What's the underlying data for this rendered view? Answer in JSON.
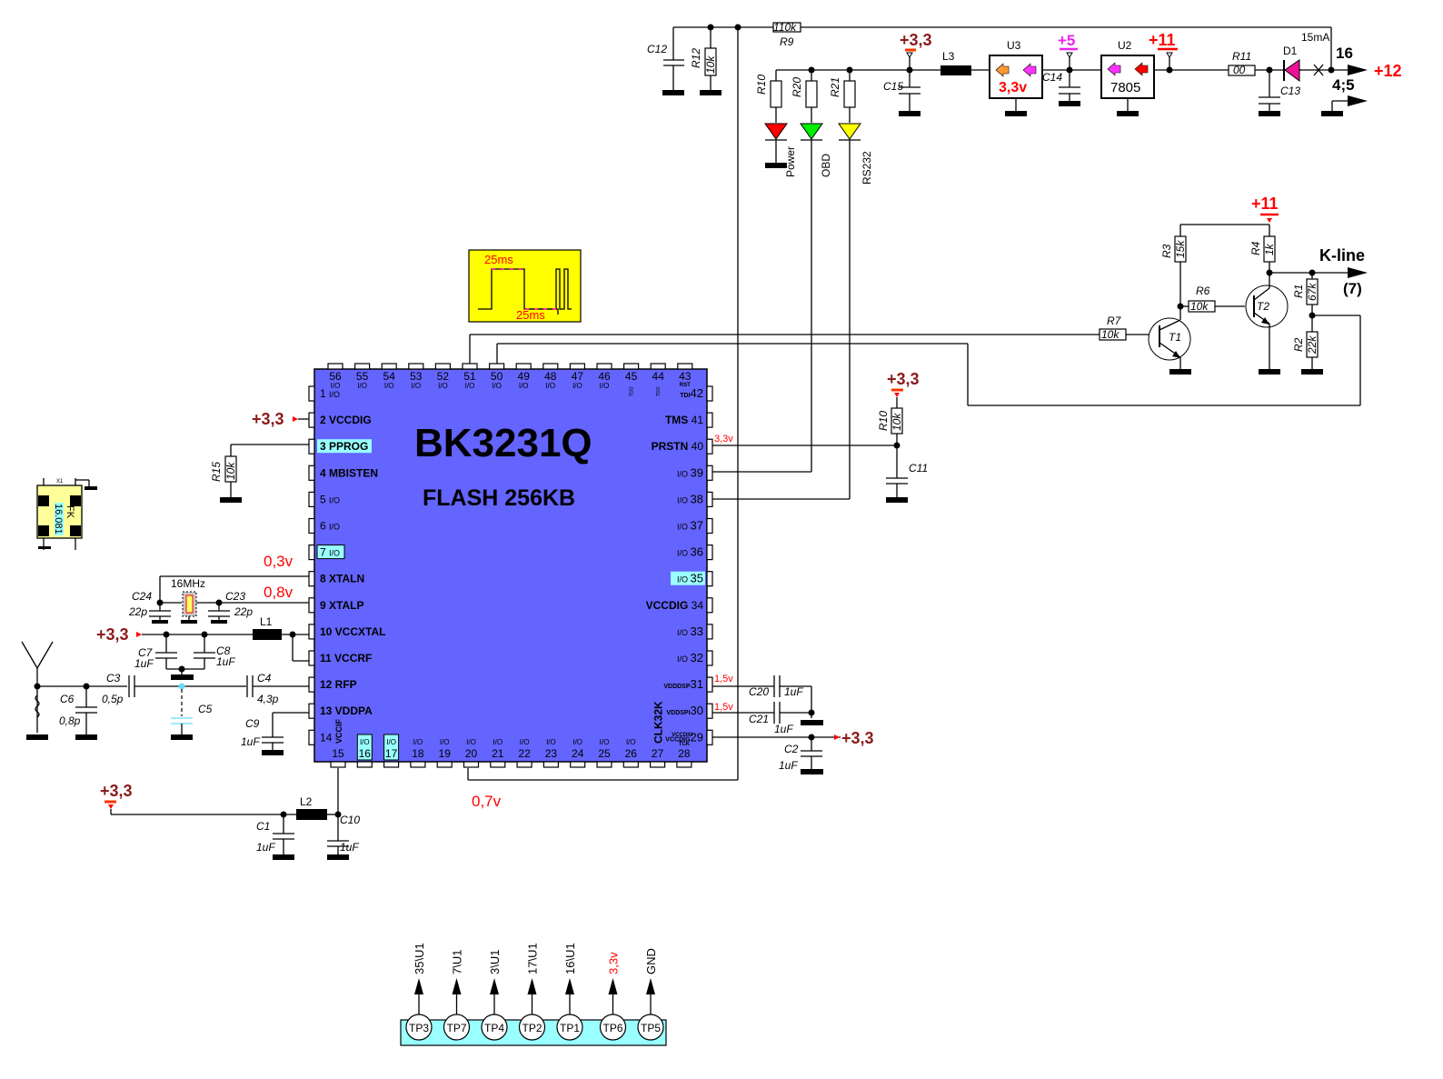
{
  "chip": {
    "name": "BK3231Q",
    "subtitle": "FLASH 256KB",
    "fill_color": "#6464ff",
    "highlight_color": "#99ffff",
    "left_pins": [
      {
        "num": "1",
        "label": "I/O"
      },
      {
        "num": "2",
        "label": "VCCDIG"
      },
      {
        "num": "3",
        "label": "PPROG",
        "highlight": true
      },
      {
        "num": "4",
        "label": "MBISTEN"
      },
      {
        "num": "5",
        "label": "I/O"
      },
      {
        "num": "6",
        "label": "I/O"
      },
      {
        "num": "7",
        "label": "I/O",
        "highlight": true
      },
      {
        "num": "8",
        "label": "XTALN"
      },
      {
        "num": "9",
        "label": "XTALP"
      },
      {
        "num": "10",
        "label": "VCCXTAL"
      },
      {
        "num": "11",
        "label": "VCCRF"
      },
      {
        "num": "12",
        "label": "RFP"
      },
      {
        "num": "13",
        "label": "VDDPA"
      },
      {
        "num": "14",
        "label": ""
      }
    ],
    "right_pins": [
      {
        "num": "42",
        "label": "TDI"
      },
      {
        "num": "41",
        "label": "TMS"
      },
      {
        "num": "40",
        "label": "PRSTN"
      },
      {
        "num": "39",
        "label": "I/O"
      },
      {
        "num": "38",
        "label": "I/O"
      },
      {
        "num": "37",
        "label": "I/O"
      },
      {
        "num": "36",
        "label": "I/O"
      },
      {
        "num": "35",
        "label": "I/O",
        "highlight": true
      },
      {
        "num": "34",
        "label": "VCCDIG"
      },
      {
        "num": "33",
        "label": "I/O"
      },
      {
        "num": "32",
        "label": "I/O"
      },
      {
        "num": "31",
        "label": "VDDDSP"
      },
      {
        "num": "30",
        "label": "VDDSPI"
      },
      {
        "num": "29",
        "label": "VCCDIG"
      }
    ],
    "top_pins": [
      {
        "num": "56",
        "label": "I/O"
      },
      {
        "num": "55",
        "label": "I/O"
      },
      {
        "num": "54",
        "label": "I/O"
      },
      {
        "num": "53",
        "label": "I/O"
      },
      {
        "num": "52",
        "label": "I/O"
      },
      {
        "num": "51",
        "label": "I/O"
      },
      {
        "num": "50",
        "label": "I/O"
      },
      {
        "num": "49",
        "label": "I/O"
      },
      {
        "num": "48",
        "label": "I/O"
      },
      {
        "num": "47",
        "label": "I/O"
      },
      {
        "num": "46",
        "label": "I/O"
      },
      {
        "num": "45",
        "label": "TDO"
      },
      {
        "num": "44",
        "label": "TDO"
      },
      {
        "num": "43",
        "label": "RST"
      }
    ],
    "bottom_pins": [
      {
        "num": "15",
        "label": "VCCIF"
      },
      {
        "num": "16",
        "label": "I/O",
        "highlight": true
      },
      {
        "num": "17",
        "label": "I/O",
        "highlight": true
      },
      {
        "num": "18",
        "label": "I/O"
      },
      {
        "num": "19",
        "label": "I/O"
      },
      {
        "num": "20",
        "label": "I/O"
      },
      {
        "num": "21",
        "label": "I/O"
      },
      {
        "num": "22",
        "label": "I/O"
      },
      {
        "num": "23",
        "label": "I/O"
      },
      {
        "num": "24",
        "label": "I/O"
      },
      {
        "num": "25",
        "label": "I/O"
      },
      {
        "num": "26",
        "label": "I/O"
      },
      {
        "num": "27",
        "label": "CLK32K"
      },
      {
        "num": "28",
        "label": "TCK"
      }
    ],
    "pin29_extra": "VCCDIG"
  },
  "voltages": {
    "xtaln": "0,3v",
    "xtalp": "0,8v",
    "prstn": "3,3v",
    "vdddsp": "1,5v",
    "vddspi": "1,5v",
    "pin20": "0,7v"
  },
  "power_labels": {
    "v33": "+3,3",
    "v5": "+5",
    "v11": "+11",
    "v12": "+12"
  },
  "components": {
    "C12": {
      "ref": "C12"
    },
    "R12": {
      "ref": "R12",
      "value": "10k"
    },
    "R9": {
      "ref": "R9",
      "value": "110k"
    },
    "R10_led": {
      "ref": "R10"
    },
    "R20": {
      "ref": "R20"
    },
    "R21": {
      "ref": "R21"
    },
    "C15": {
      "ref": "C15"
    },
    "L3": {
      "ref": "L3"
    },
    "U3": {
      "ref": "U3",
      "value": "3,3v"
    },
    "C14": {
      "ref": "C14"
    },
    "U2": {
      "ref": "U2",
      "value": "7805"
    },
    "R11": {
      "ref": "R11",
      "value": "00"
    },
    "C13": {
      "ref": "C13"
    },
    "D1": {
      "ref": "D1",
      "current": "15mA"
    },
    "R3": {
      "ref": "R3",
      "value": "15k"
    },
    "R4": {
      "ref": "R4",
      "value": "1k"
    },
    "R6": {
      "ref": "R6",
      "value": "10k"
    },
    "R7": {
      "ref": "R7",
      "value": "10k"
    },
    "R1": {
      "ref": "R1",
      "value": "67k"
    },
    "R2": {
      "ref": "R2",
      "value": "22k"
    },
    "T1": {
      "ref": "T1"
    },
    "T2": {
      "ref": "T2"
    },
    "R10_rst": {
      "ref": "R10",
      "value": "10k"
    },
    "C11": {
      "ref": "C11"
    },
    "R15": {
      "ref": "R15",
      "value": "10k"
    },
    "X1": {
      "ref": "X1",
      "line1": "FK",
      "line2": "16.081"
    },
    "C24": {
      "ref": "C24",
      "value": "22p"
    },
    "C23": {
      "ref": "C23",
      "value": "22p"
    },
    "XTAL": {
      "freq": "16MHz"
    },
    "L1": {
      "ref": "L1"
    },
    "C7": {
      "ref": "C7",
      "value": "1uF"
    },
    "C8": {
      "ref": "C8",
      "value": "1uF"
    },
    "C3": {
      "ref": "C3",
      "value": "0,5p"
    },
    "C4": {
      "ref": "C4",
      "value": "4,3p"
    },
    "C5": {
      "ref": "C5"
    },
    "C6": {
      "ref": "C6",
      "value": "0,8p"
    },
    "C9": {
      "ref": "C9",
      "value": "1uF"
    },
    "C20": {
      "ref": "C20",
      "value": "1uF"
    },
    "C21": {
      "ref": "C21",
      "value": "1uF"
    },
    "C2": {
      "ref": "C2",
      "value": "1uF"
    },
    "L2": {
      "ref": "L2"
    },
    "C1": {
      "ref": "C1",
      "value": "1uF"
    },
    "C10": {
      "ref": "C10",
      "value": "1uF"
    }
  },
  "leds": [
    {
      "label": "Power",
      "color": "#ff0000"
    },
    {
      "label": "OBD",
      "color": "#00ee00"
    },
    {
      "label": "RS232",
      "color": "#ffff00"
    }
  ],
  "connector": {
    "pin16": "16",
    "pin45": "4;5",
    "kline": "K-line",
    "kline_pin": "(7)"
  },
  "timing": {
    "high": "25ms",
    "low": "25ms",
    "bg": "#ffff00"
  },
  "test_points": [
    {
      "tp": "TP3",
      "signal": "35\\U1"
    },
    {
      "tp": "TP7",
      "signal": "7\\U1"
    },
    {
      "tp": "TP4",
      "signal": "3\\U1"
    },
    {
      "tp": "TP2",
      "signal": "17\\U1"
    },
    {
      "tp": "TP1",
      "signal": "16\\U1"
    },
    {
      "tp": "TP6",
      "signal": "3,3v",
      "red": true
    },
    {
      "tp": "TP5",
      "signal": "GND"
    }
  ]
}
